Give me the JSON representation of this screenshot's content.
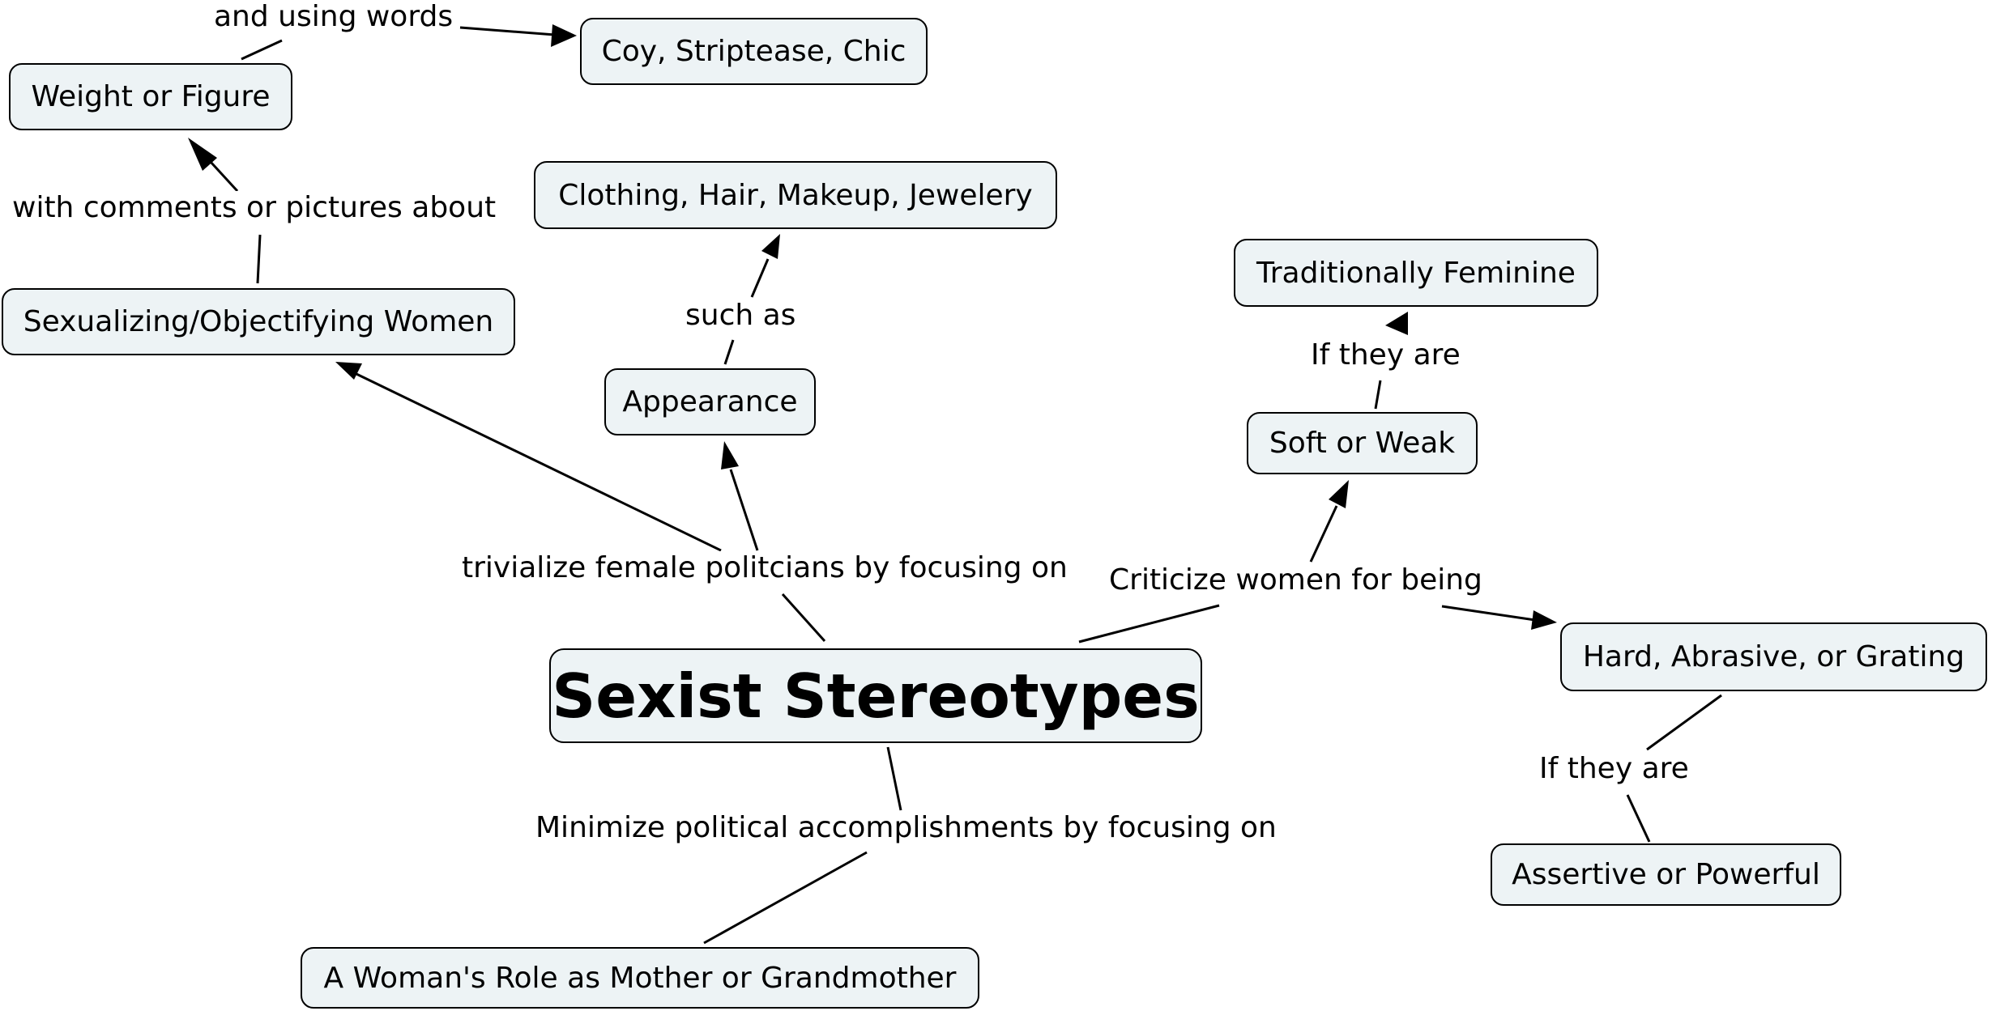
{
  "title": "Sexist Stereotypes",
  "nodes": {
    "coy": "Coy, Striptease, Chic",
    "weight": "Weight or Figure",
    "clothing": "Clothing, Hair, Makeup, Jewelery",
    "feminine": "Traditionally Feminine",
    "sexualizing": "Sexualizing/Objectifying Women",
    "appearance": "Appearance",
    "soft": "Soft or Weak",
    "hard": "Hard, Abrasive, or Grating",
    "assertive": "Assertive or Powerful",
    "mother": "A Woman's Role as Mother or Grandmother"
  },
  "links": {
    "words": "and using words",
    "comments": "with comments or pictures about",
    "such_as": "such as",
    "if_they_are_1": "If they are",
    "trivialize": "trivialize female politcians by focusing on",
    "criticize": "Criticize women for being",
    "if_they_are_2": "If they are",
    "minimize": "Minimize political accomplishments by focusing on"
  },
  "colors": {
    "node_fill": "#edf3f5",
    "line": "#000000"
  }
}
